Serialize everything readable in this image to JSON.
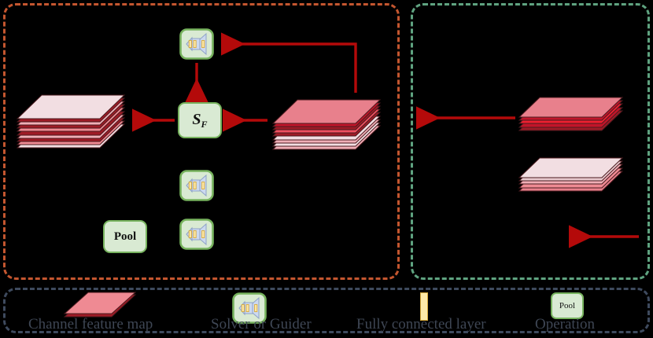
{
  "figure": {
    "background_color": "#000000",
    "arrow_color": "#b40a0a",
    "panels": [
      {
        "name": "left-module-panel",
        "border_color": "#c4562f",
        "border_style": "dashed"
      },
      {
        "name": "right-module-panel",
        "border_color": "#5fa380",
        "border_style": "dashed"
      },
      {
        "name": "legend-panel",
        "border_color": "#3e4a5e",
        "border_style": "dashed"
      }
    ]
  },
  "nodes": {
    "solver_fusion": {
      "symbol": "S",
      "subscript": "F",
      "box_fill": "#d9ead3",
      "box_border": "#77b35e"
    },
    "pool": {
      "label": "Pool",
      "box_fill": "#d9ead3",
      "box_border": "#77b35e"
    }
  },
  "icons": {
    "solver_or_guider": {
      "name": "solver-guider-icon",
      "body_fill": "#d9ead3",
      "body_border": "#77b35e",
      "cone_fill": "#ccd9ef",
      "cone_border": "#8fa3c8",
      "bar_fill": "#fde9a8",
      "bar_border": "#d8a93a"
    },
    "fully_connected_layer": {
      "name": "fully-connected-layer-icon",
      "fill": "#fde9a8",
      "border": "#d8a93a"
    },
    "channel_feature_map": {
      "name": "channel-feature-map-icon",
      "top_fill": "#ef8a93",
      "edge_fill": "#9e1b26"
    }
  },
  "feature_maps": [
    {
      "name": "left-output-stack",
      "top_fill": "#f2dee2",
      "layers": [
        "#9e1b26",
        "#f0aeb6",
        "#9e1b26",
        "#ef8a93",
        "#9e1b26",
        "#f0aeb6",
        "#9e1b26",
        "#ef8a93",
        "#f2dee2"
      ]
    },
    {
      "name": "left-input-stack",
      "top_fill": "#e8808c",
      "layers": [
        "#c1152a",
        "#9e1b26",
        "#ef5060",
        "#9e1b26",
        "#f2dee2",
        "#f0aeb6",
        "#f2dee2",
        "#f0aeb6"
      ]
    },
    {
      "name": "right-upper-stack",
      "top_fill": "#e8808c",
      "layers": [
        "#c1152a",
        "#ef2030",
        "#c1152a",
        "#9e1b26"
      ]
    },
    {
      "name": "right-lower-stack",
      "top_fill": "#f2dee2",
      "layers": [
        "#e8c9ce",
        "#f0aeb6",
        "#ef8a93",
        "#e8808c"
      ]
    }
  ],
  "arrows": [
    {
      "name": "arrow-sf-to-output",
      "direction": "left"
    },
    {
      "name": "arrow-input-to-sf",
      "direction": "left"
    },
    {
      "name": "arrow-input-to-solver",
      "direction": "left",
      "shape": "elbow"
    },
    {
      "name": "arrow-solver-to-sf",
      "direction": "down"
    },
    {
      "name": "arrow-right-upper-out",
      "direction": "left"
    },
    {
      "name": "arrow-right-bottom-out",
      "direction": "left"
    }
  ],
  "legend": {
    "items": [
      {
        "key": "channel_feature_map",
        "label": "Channel feature map"
      },
      {
        "key": "solver_or_guider",
        "label": "Solver or Guider"
      },
      {
        "key": "fully_connected_layer",
        "label": "Fully connected layer"
      },
      {
        "key": "operation",
        "label": "Operation",
        "badge": "Pool"
      }
    ]
  }
}
